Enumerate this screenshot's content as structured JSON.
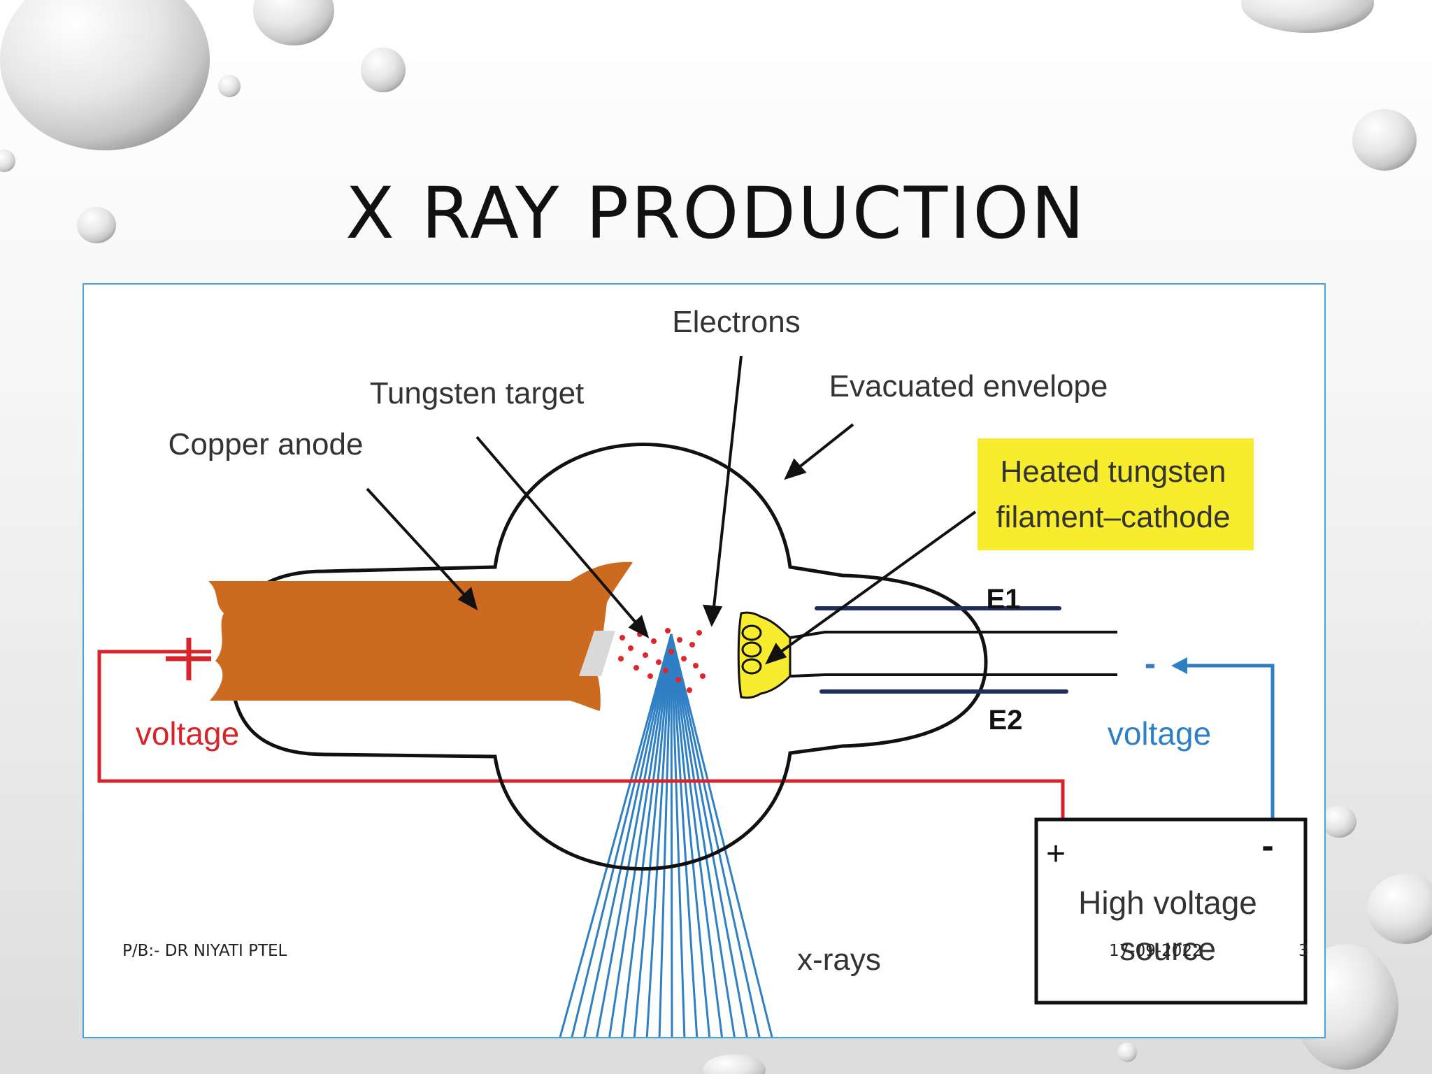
{
  "slide": {
    "title": "X RAY PRODUCTION",
    "footer_left": "P/B:- DR NIYATI PTEL",
    "footer_date": "17-09-2022",
    "page_number": "3"
  },
  "diagram": {
    "labels": {
      "electrons": "Electrons",
      "tungsten_target": "Tungsten target",
      "copper_anode": "Copper anode",
      "evacuated_envelope": "Evacuated envelope",
      "filament_line1": "Heated tungsten",
      "filament_line2": "filament–cathode",
      "e1": "E1",
      "e2": "E2",
      "plus_sign": "+",
      "minus_sign": "-",
      "voltage_left": "voltage",
      "voltage_right": "voltage",
      "xrays": "x-rays",
      "source_plus": "+",
      "source_minus": "-",
      "source_line1": "High voltage",
      "source_line2": "source"
    },
    "colors": {
      "anode": "#cc6a1f",
      "positive_wire": "#d6242a",
      "negative_wire": "#2f7fc4",
      "xray_lines": "#2f7fc4",
      "highlight": "#f7ec2d",
      "electrons": "#e0252b",
      "plate_line": "#1f2e5c",
      "frame_border": "#4aa3d8"
    }
  }
}
